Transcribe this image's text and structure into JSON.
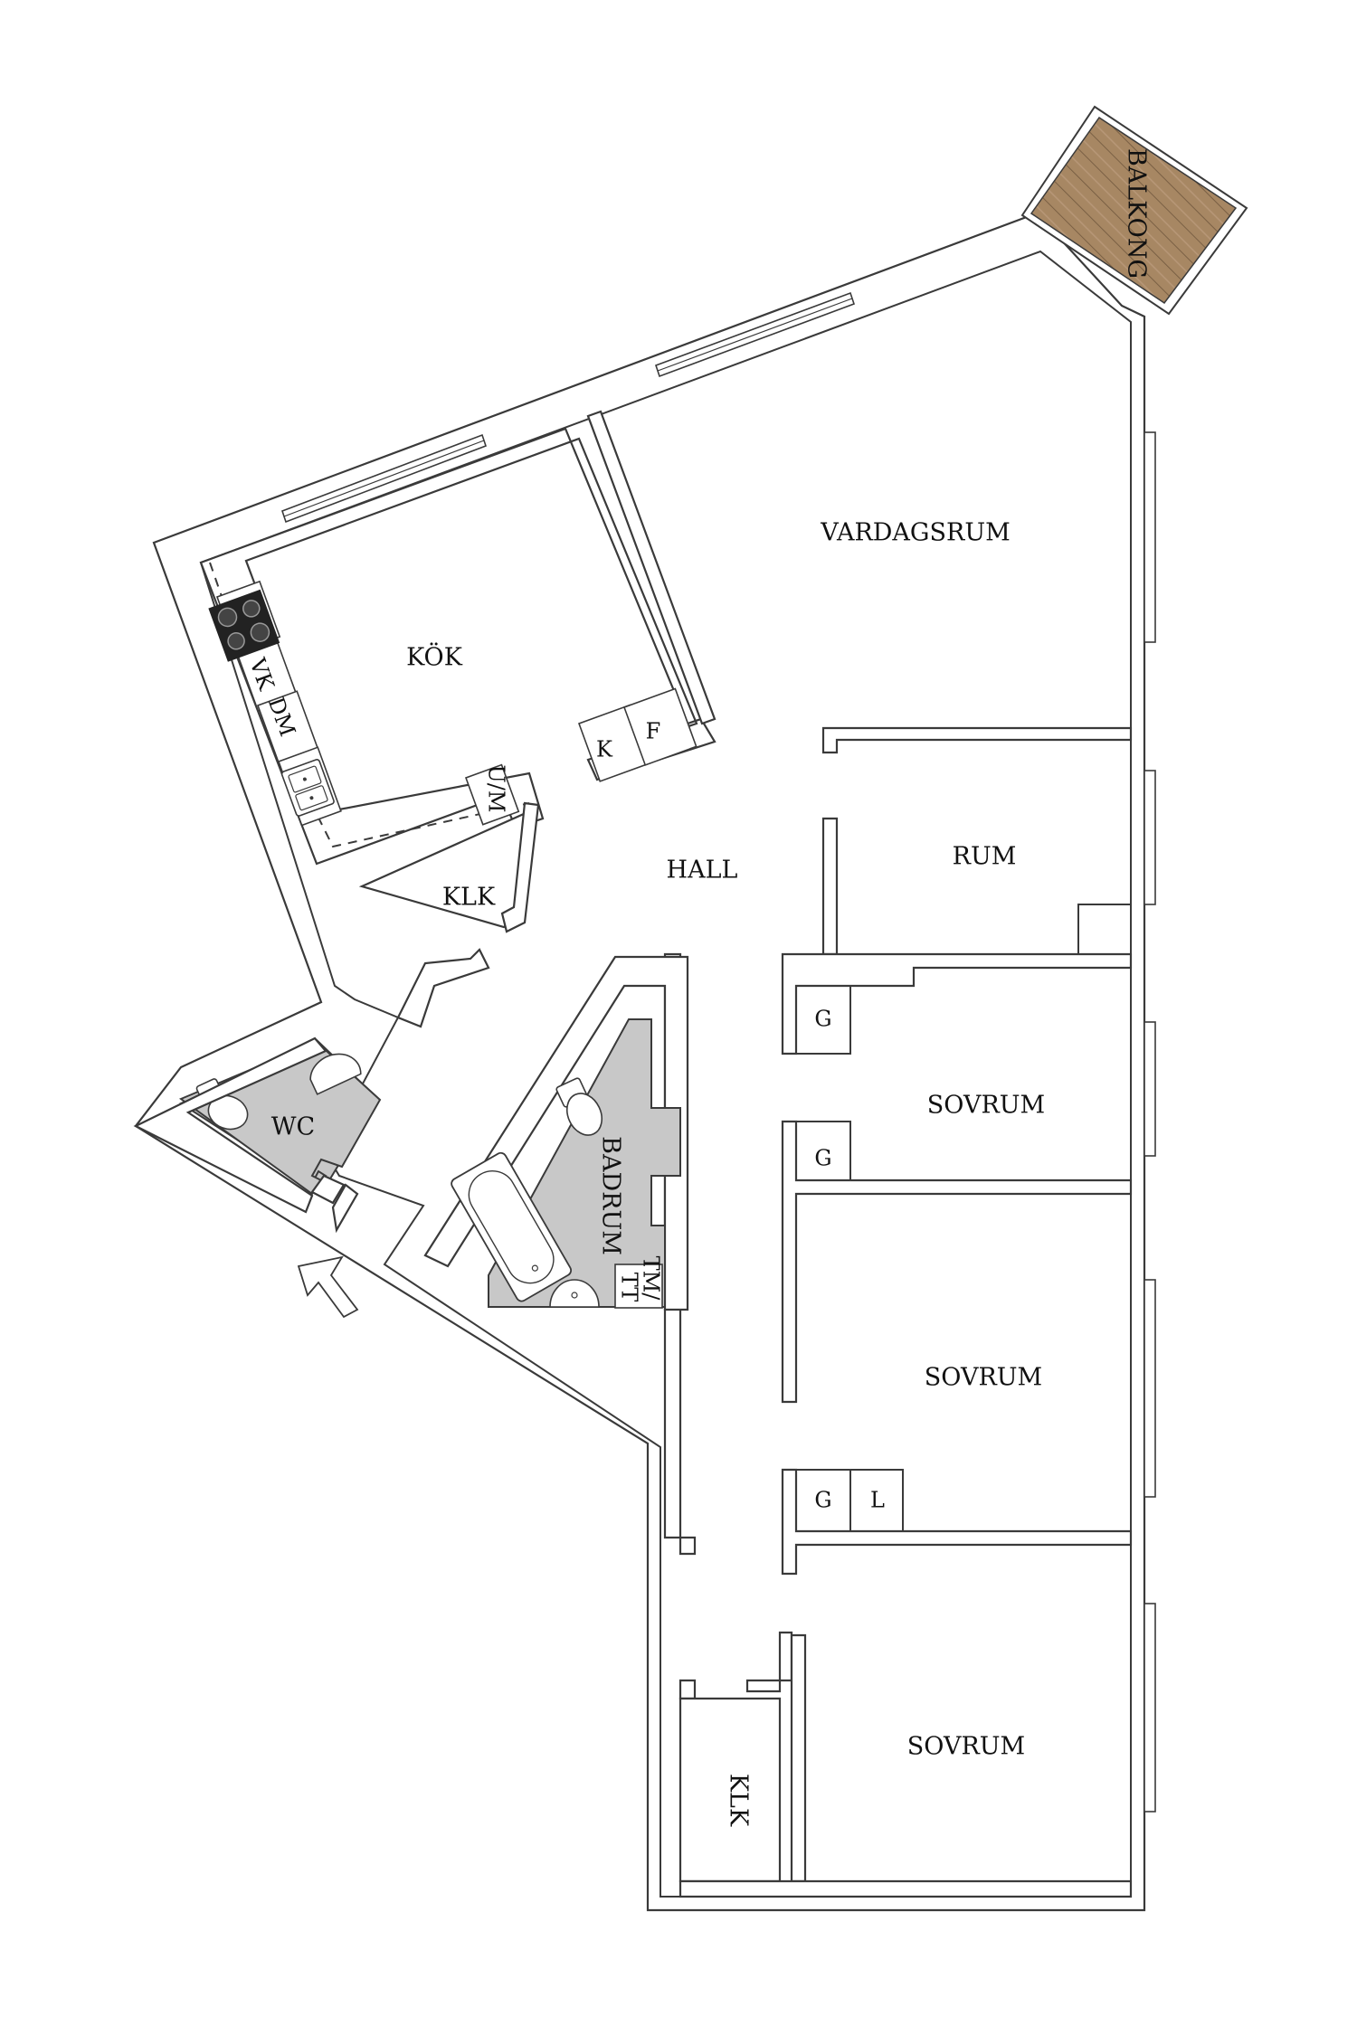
{
  "plan": {
    "rooms": {
      "balkong": "BALKONG",
      "vardagsrum": "VARDAGSRUM",
      "kok": "KÖK",
      "hall": "HALL",
      "rum": "RUM",
      "klk_top": "KLK",
      "sovrum_1": "SOVRUM",
      "sovrum_2": "SOVRUM",
      "sovrum_3": "SOVRUM",
      "wc": "WC",
      "badrum": "BADRUM",
      "klk_bottom": "KLK"
    },
    "fixtures": {
      "vk": "VK",
      "dm": "DM",
      "um": "U/M",
      "k": "K",
      "f": "F",
      "g1": "G",
      "g2": "G",
      "g3": "G",
      "l": "L",
      "tm": "TM/",
      "tt": "TT"
    },
    "colors": {
      "wall": "#3a3a3a",
      "wet_room": "#c8c8c8",
      "balcony_wood": "#a0825f",
      "background": "#ffffff"
    }
  }
}
